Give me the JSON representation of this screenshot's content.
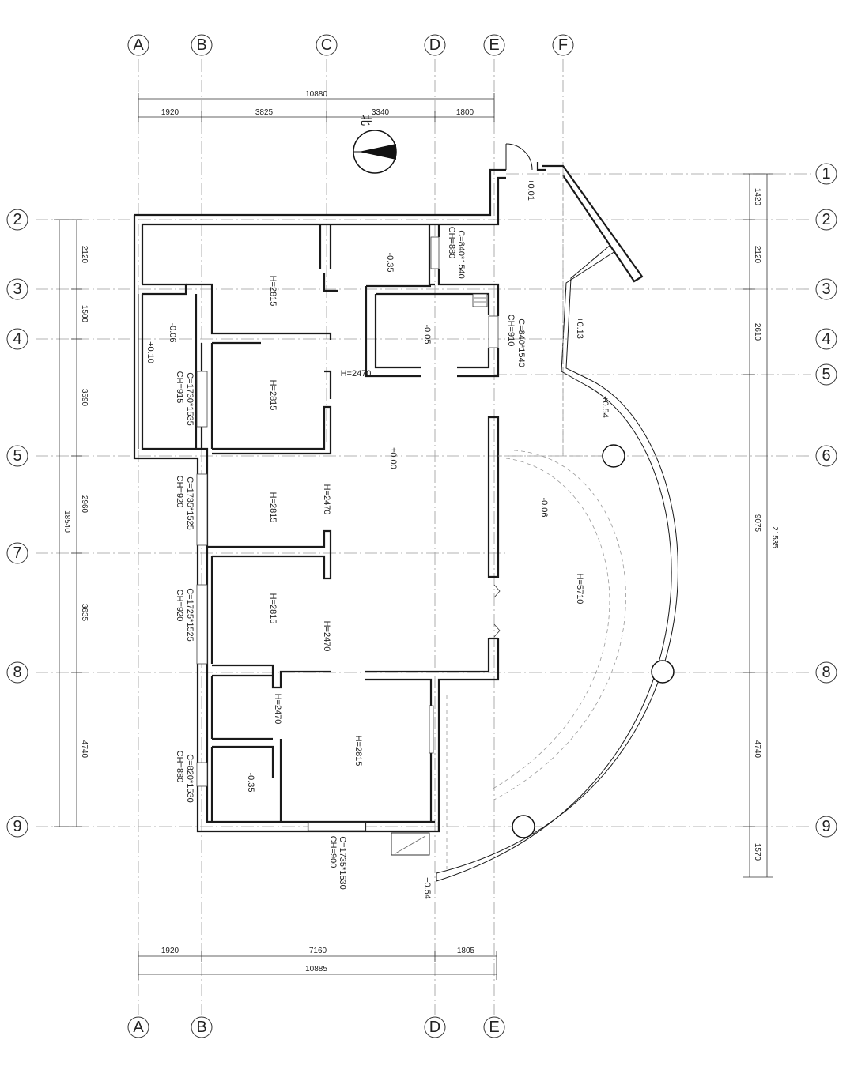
{
  "grid": {
    "top_bubbles": [
      "A",
      "B",
      "C",
      "D",
      "E",
      "F"
    ],
    "bottom_bubbles": [
      "A",
      "B",
      "D",
      "E"
    ],
    "left_bubbles": [
      "2",
      "3",
      "4",
      "5",
      "7",
      "8",
      "9"
    ],
    "right_bubbles": [
      "1",
      "2",
      "3",
      "4",
      "5",
      "6",
      "8",
      "9"
    ]
  },
  "dimensions": {
    "top_total": "10880",
    "top_segments": [
      "1920",
      "3825",
      "3340",
      "1800"
    ],
    "bottom_total": "10885",
    "bottom_segments": [
      "1920",
      "7160",
      "1805"
    ],
    "left_total": "18540",
    "left_segments": [
      "2120",
      "1500",
      "3590",
      "2960",
      "3635",
      "4740"
    ],
    "right_total": "21535",
    "right_segments": [
      "1420",
      "2120",
      "2610",
      "9075",
      "4740",
      "1570"
    ]
  },
  "north_label": "北",
  "rooms": {
    "heights": [
      "H=2815",
      "H=2815",
      "H=2815",
      "H=2815",
      "H=2815",
      "H=5710"
    ],
    "door_heights": [
      "H=2470",
      "H=2470",
      "H=2470",
      "H=2470"
    ]
  },
  "elevations": [
    "-0.35",
    "-0.05",
    "-0.06",
    "+0.10",
    "±0.00",
    "-0.06",
    "+0.13",
    "+0.54",
    "+0.01",
    "-0.35",
    "+0.54"
  ],
  "windows": [
    {
      "size": "C=1730*1535",
      "sill": "CH=915"
    },
    {
      "size": "C=1735*1525",
      "sill": "CH=920"
    },
    {
      "size": "C=1725*1525",
      "sill": "CH=920"
    },
    {
      "size": "C=820*1530",
      "sill": "CH=880"
    },
    {
      "size": "C=1735*1530",
      "sill": "CH=900"
    },
    {
      "size": "C=840*1540",
      "sill": "CH=880"
    },
    {
      "size": "C=840*1540",
      "sill": "CH=910"
    }
  ]
}
